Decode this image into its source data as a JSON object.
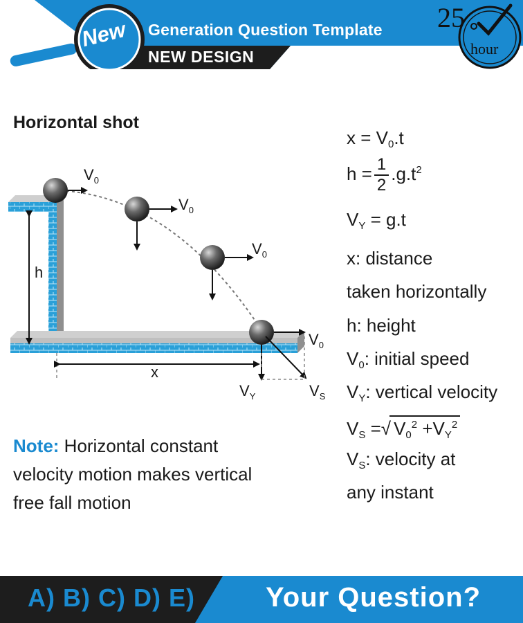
{
  "header": {
    "badge": "New",
    "title": "Generation Question Template",
    "subtitle": "NEW DESIGN",
    "clock_number": "25",
    "clock_unit": "hour"
  },
  "heading": "Horizontal shot",
  "diagram": {
    "labels": {
      "v0": "V",
      "v0_sub": "0",
      "h": "h",
      "x": "x",
      "vy": "V",
      "vy_sub": "Y",
      "vs": "V",
      "vs_sub": "S"
    }
  },
  "formulas": {
    "x_eq": {
      "lhs": "x = V",
      "sub": "0",
      "rhs": ".t"
    },
    "h_eq": {
      "lhs": "h =",
      "num": "1",
      "den": "2",
      "rhs": ".g.t",
      "sup": "2"
    },
    "vy_eq": {
      "lhs": "V",
      "sub": "Y",
      "rhs": " = g.t"
    },
    "x_def": "x: distance",
    "x_def2": "taken horizontally",
    "h_def": "h: height",
    "v0_def": {
      "lhs": "V",
      "sub": "0",
      "rhs": ": initial speed"
    },
    "vy_def": {
      "lhs": "V",
      "sub": "Y",
      "rhs": ": vertical velocity"
    },
    "vs_eq": {
      "lhs": "V",
      "sub": "S",
      "eq": " =",
      "a": "V",
      "a_sub": "0",
      "a_sup": "2",
      "plus": " +V",
      "b_sub": "Y",
      "b_sup": "2"
    },
    "vs_def": {
      "lhs": "V",
      "sub": "S",
      "rhs": ": velocity at"
    },
    "vs_def2": "any instant"
  },
  "note": {
    "label": "Note:",
    "text": " Horizontal constant velocity motion makes vertical free fall motion"
  },
  "footer": {
    "answers": "A) B) C) D) E)",
    "question": "Your Question?"
  },
  "colors": {
    "accent": "#1a8ad0",
    "dark": "#1d1d1d",
    "wall": "#2aa0d8"
  }
}
